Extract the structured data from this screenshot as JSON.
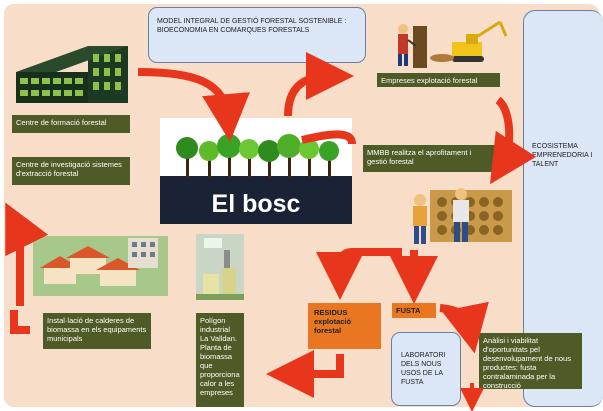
{
  "model_label": "MODEL INTEGRAL DE GESTIÓ FORESTAL SOSTENIBLE : BIOECONOMIA EN COMARQUES FORESTALS",
  "center_title": "El bosc",
  "centre_formacio": "Centre de formació forestal",
  "centre_investigacio": "Centre de investigació sistemes d'extracció forestal",
  "empreses": "Empreses explotació forestal",
  "mmbb": "MMBB realitza el aprofitament i gestió forestal",
  "ecosistema": "ECOSISTEMA EMPRENEDORIA I TALENT",
  "residus": "RESIDUS explotació forestal",
  "fusta": "FUSTA",
  "installacio": "Instal·lació de calderes de biomassa en els equipaments municipals",
  "poligon": "Polígon industrial La Valldan. Planta de biomassa que proporciona calor a les empreses",
  "laboratori": "LABORATORI DELS NOUS USOS DE LA FUSTA",
  "analisi": "Anàlisi i viabilitat d'oportunitats pel desenvolupament de nous productes: fusta contralaminada per la construcció",
  "colors": {
    "background": "#f8ddc9",
    "green_label": "#4f5b27",
    "orange_label": "#e97722",
    "arrow": "#e8361c",
    "dark_band": "#1a2236",
    "blue_box": "#dbe6f6"
  }
}
